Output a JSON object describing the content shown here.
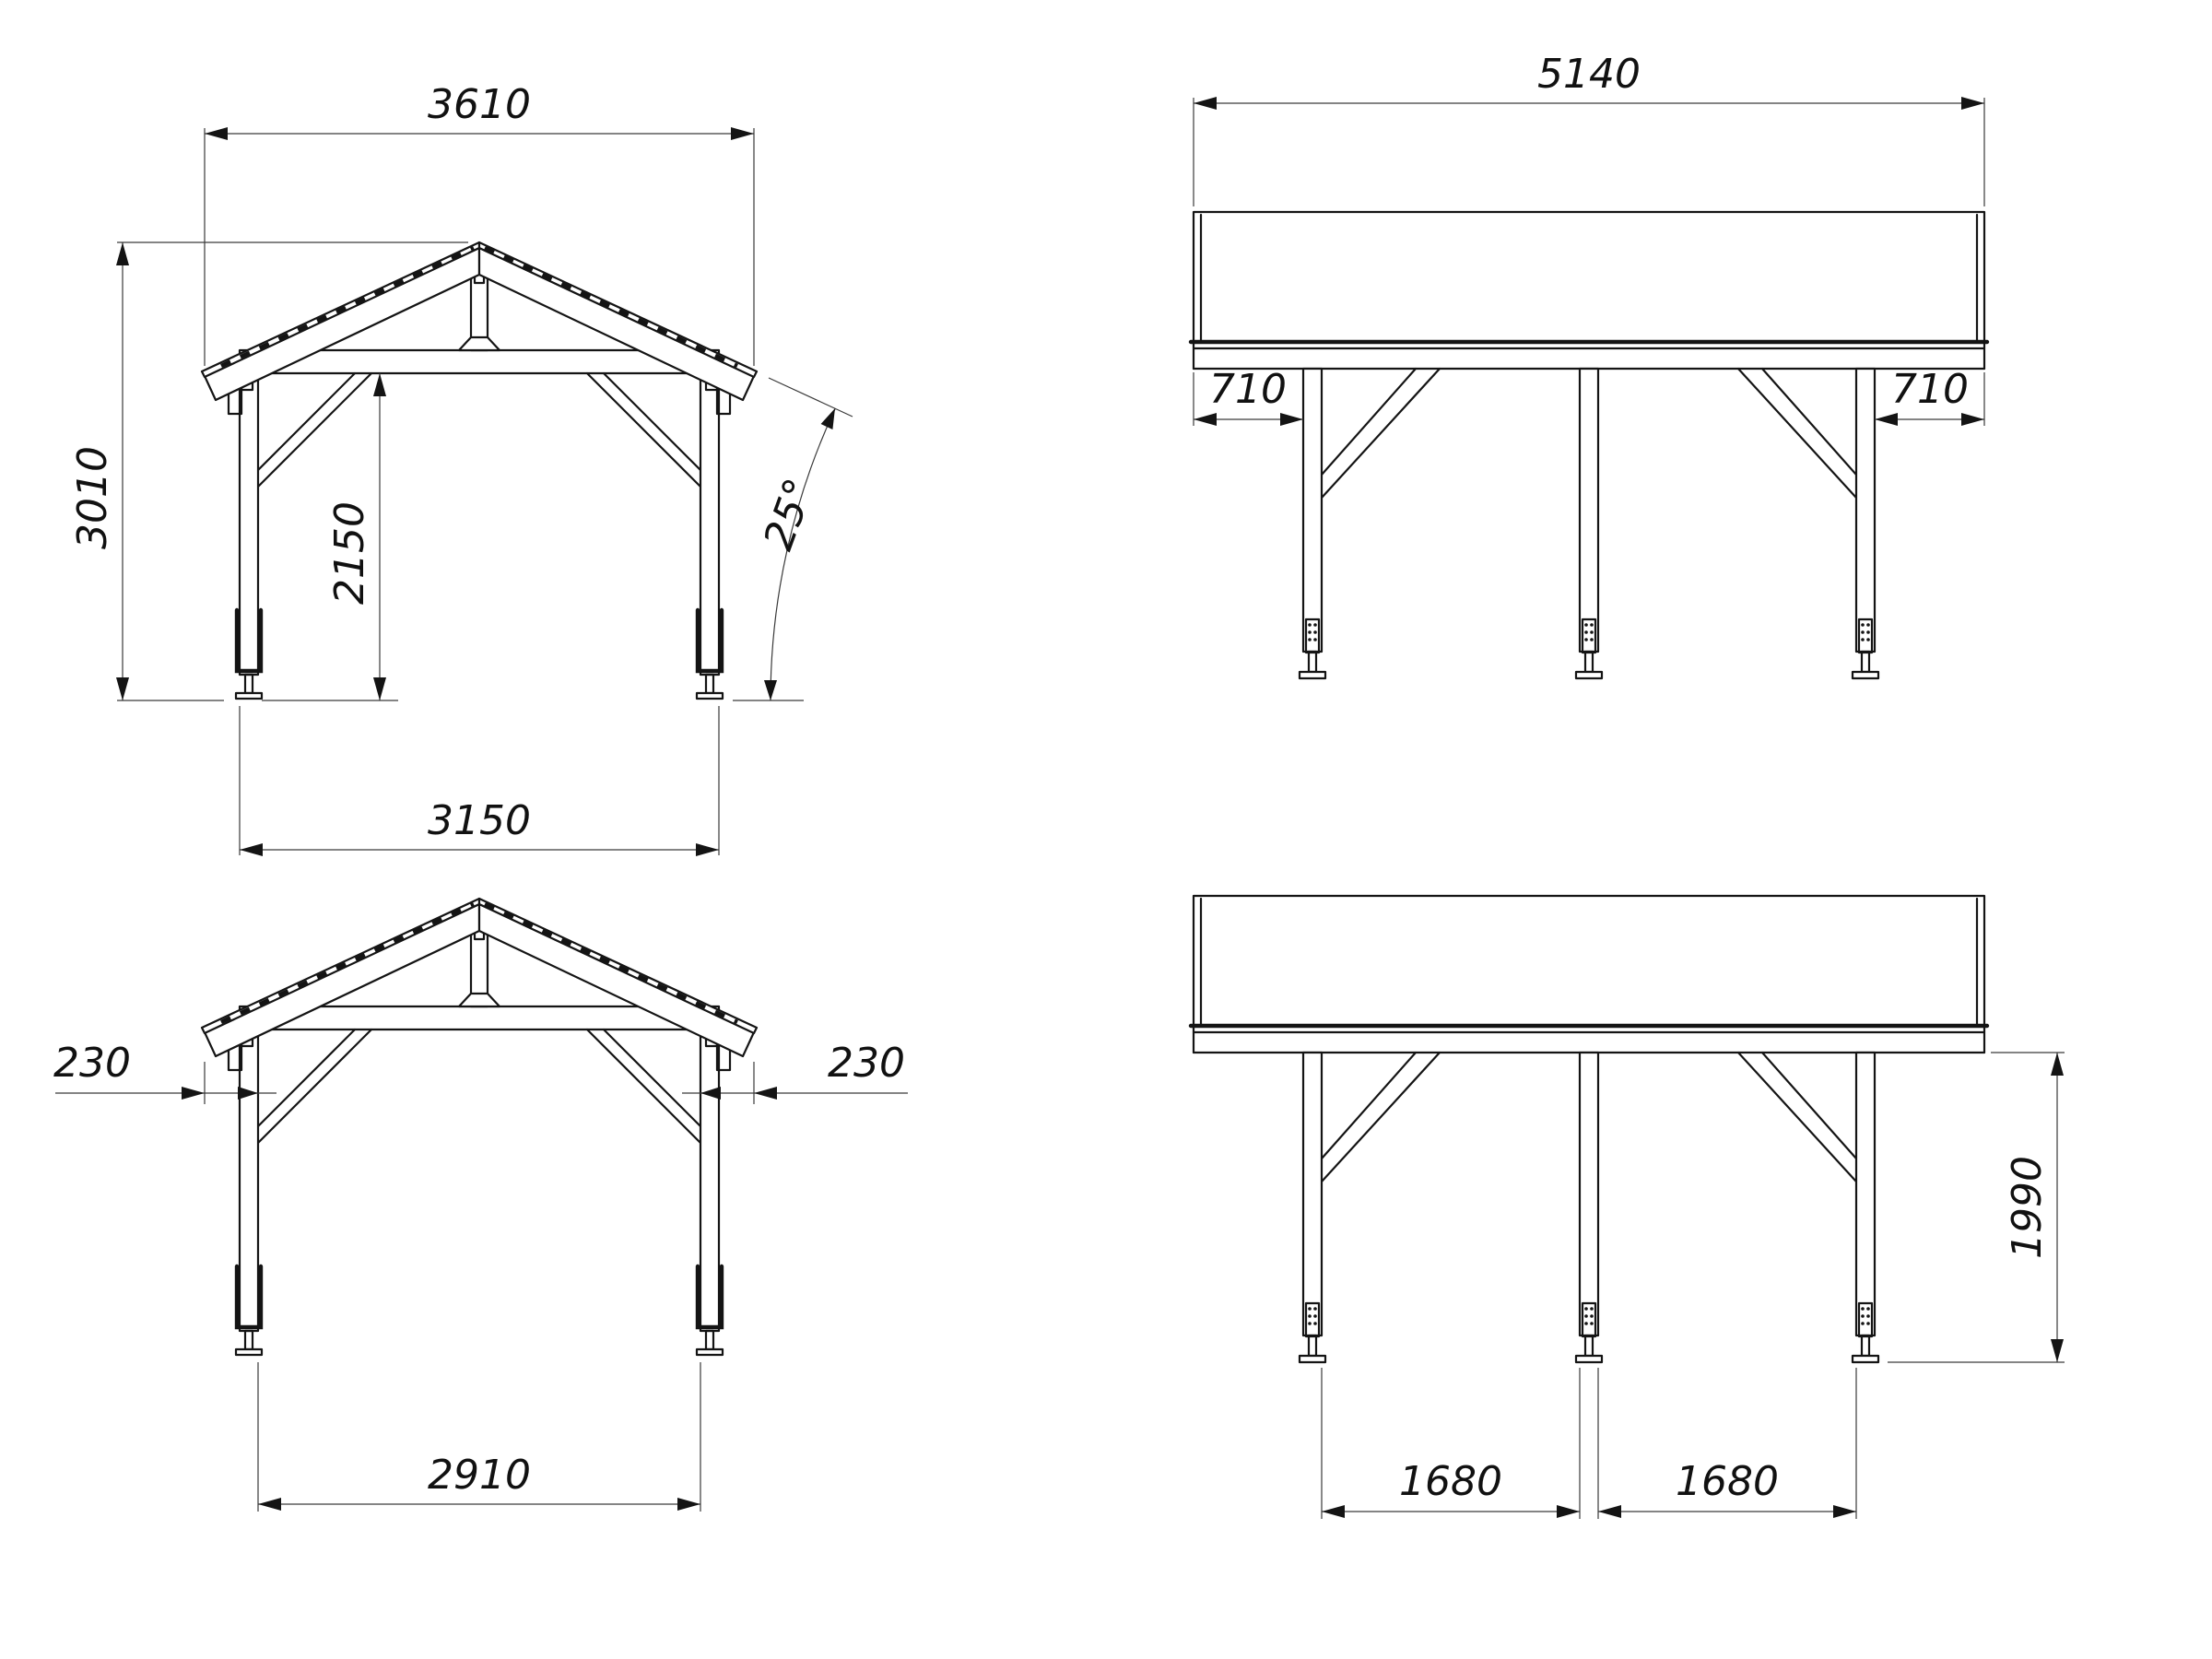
{
  "drawing": {
    "title": "carport-technical-drawing",
    "line_color": "#141414",
    "background": "#ffffff",
    "views": {
      "front_overall": {
        "roof_width": "3610",
        "overall_height": "3010",
        "clearance_height": "2150",
        "roof_pitch_angle": "25°",
        "post_span_outer": "3150"
      },
      "side_overall": {
        "roof_length": "5140",
        "overhang_front": "710",
        "overhang_rear": "710"
      },
      "front_overhangs": {
        "eave_overhang_left": "230",
        "eave_overhang_right": "230",
        "post_span_inner": "2910"
      },
      "side_spacing": {
        "post_height": "1990",
        "post_gap_front": "1680",
        "post_gap_rear": "1680"
      }
    }
  }
}
